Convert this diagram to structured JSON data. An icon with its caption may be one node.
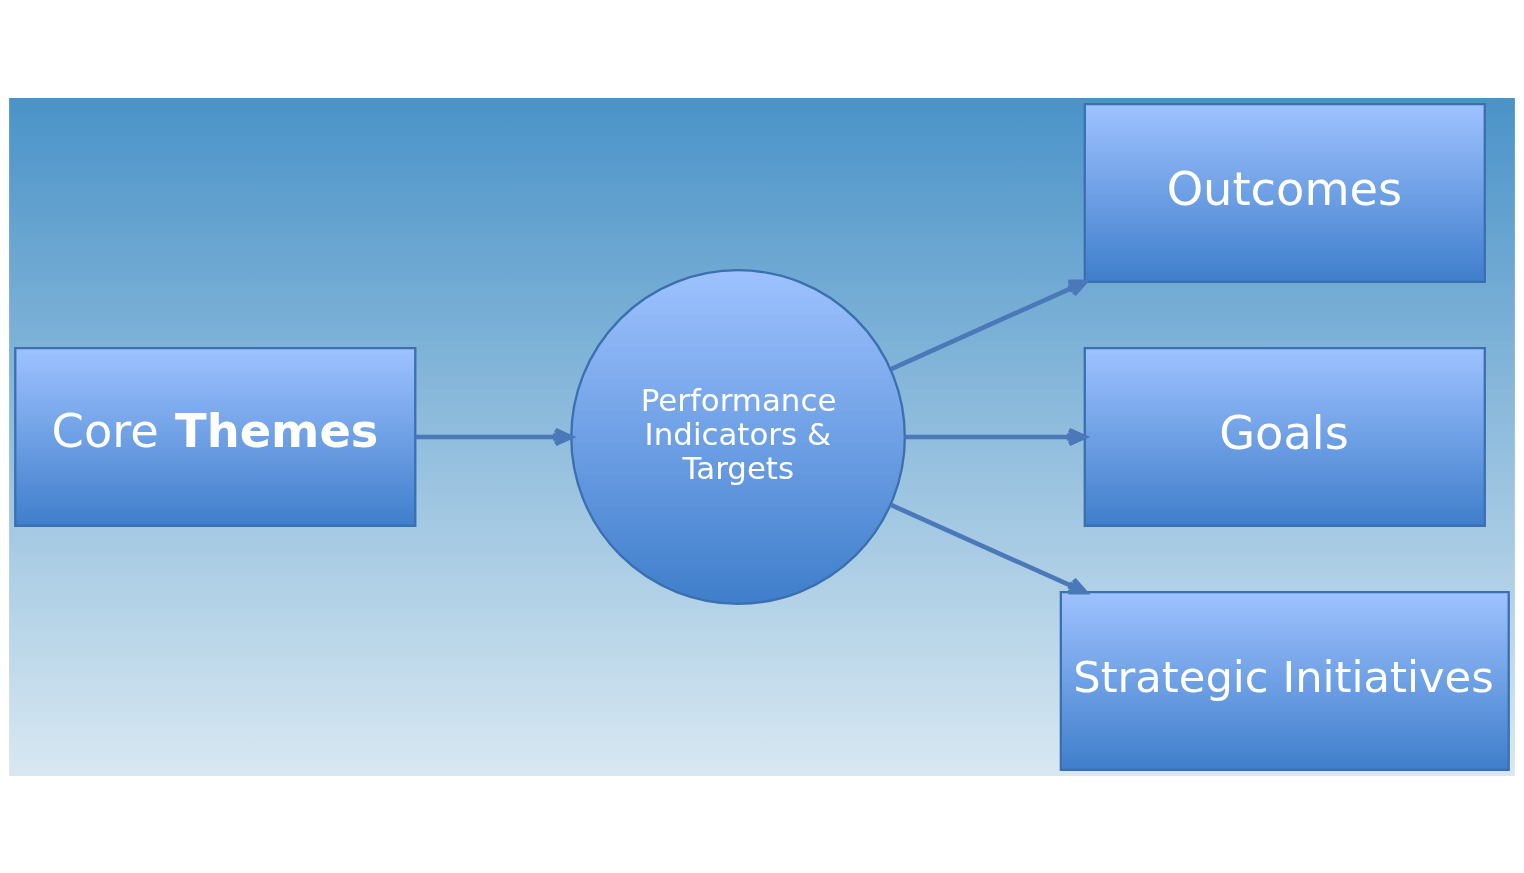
{
  "diagram": {
    "nodes": [
      {
        "text": [
          "Outcomes"
        ]
      },
      {
        "text": [
          "Performance Indicators & Targets"
        ]
      },
      {
        "text": [
          "Goals"
        ]
      },
      {
        "text": [
          "Strategic Initiatives"
        ]
      },
      {
        "text": [
          "Core **Themes**"
        ]
      }
    ],
    "edges": [
      {
        "from": 1,
        "to": 0,
        "arrow": "to"
      },
      {
        "from": 1,
        "to": 2,
        "arrow": "to"
      },
      {
        "from": 1,
        "to": 3,
        "arrow": "to"
      },
      {
        "from": 4,
        "to": 1,
        "arrow": "to"
      }
    ]
  }
}
